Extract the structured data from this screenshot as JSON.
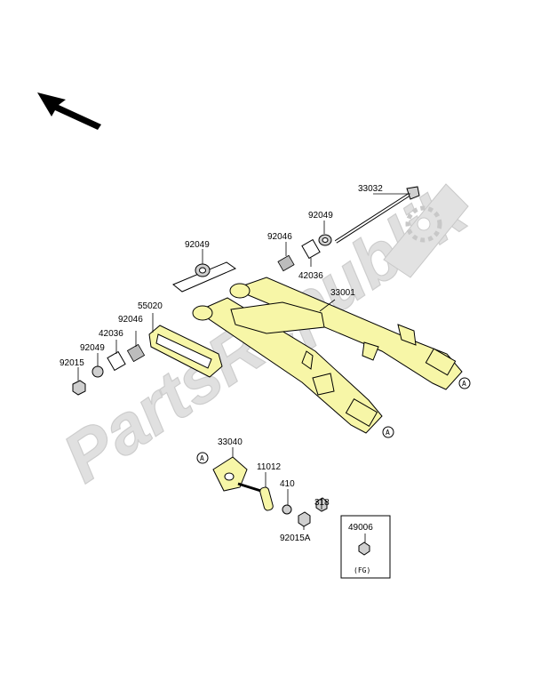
{
  "watermark": {
    "text": "PartsRepublik"
  },
  "direction_arrow": {
    "icon": "front-direction-arrow-icon"
  },
  "part_labels": {
    "p33032": "33032",
    "p92049_top": "92049",
    "p92046_top": "92046",
    "p42036_top": "42036",
    "p33001": "33001",
    "p92049_left": "92049",
    "p55020": "55020",
    "p92046_left": "92046",
    "p42036_left": "42036",
    "p92049_bottom": "92049",
    "p92015": "92015",
    "p33040": "33040",
    "p11012": "11012",
    "p410": "410",
    "p318": "318",
    "p92015A": "92015A",
    "p49006": "49006"
  },
  "reference_markers": {
    "a1": "A",
    "a2": "A",
    "a3": "A"
  },
  "inset_box": {
    "note": "(FG)"
  },
  "colors": {
    "part_fill": "#f7f6a7",
    "line": "#000000",
    "watermark": "#d6d6d6"
  }
}
